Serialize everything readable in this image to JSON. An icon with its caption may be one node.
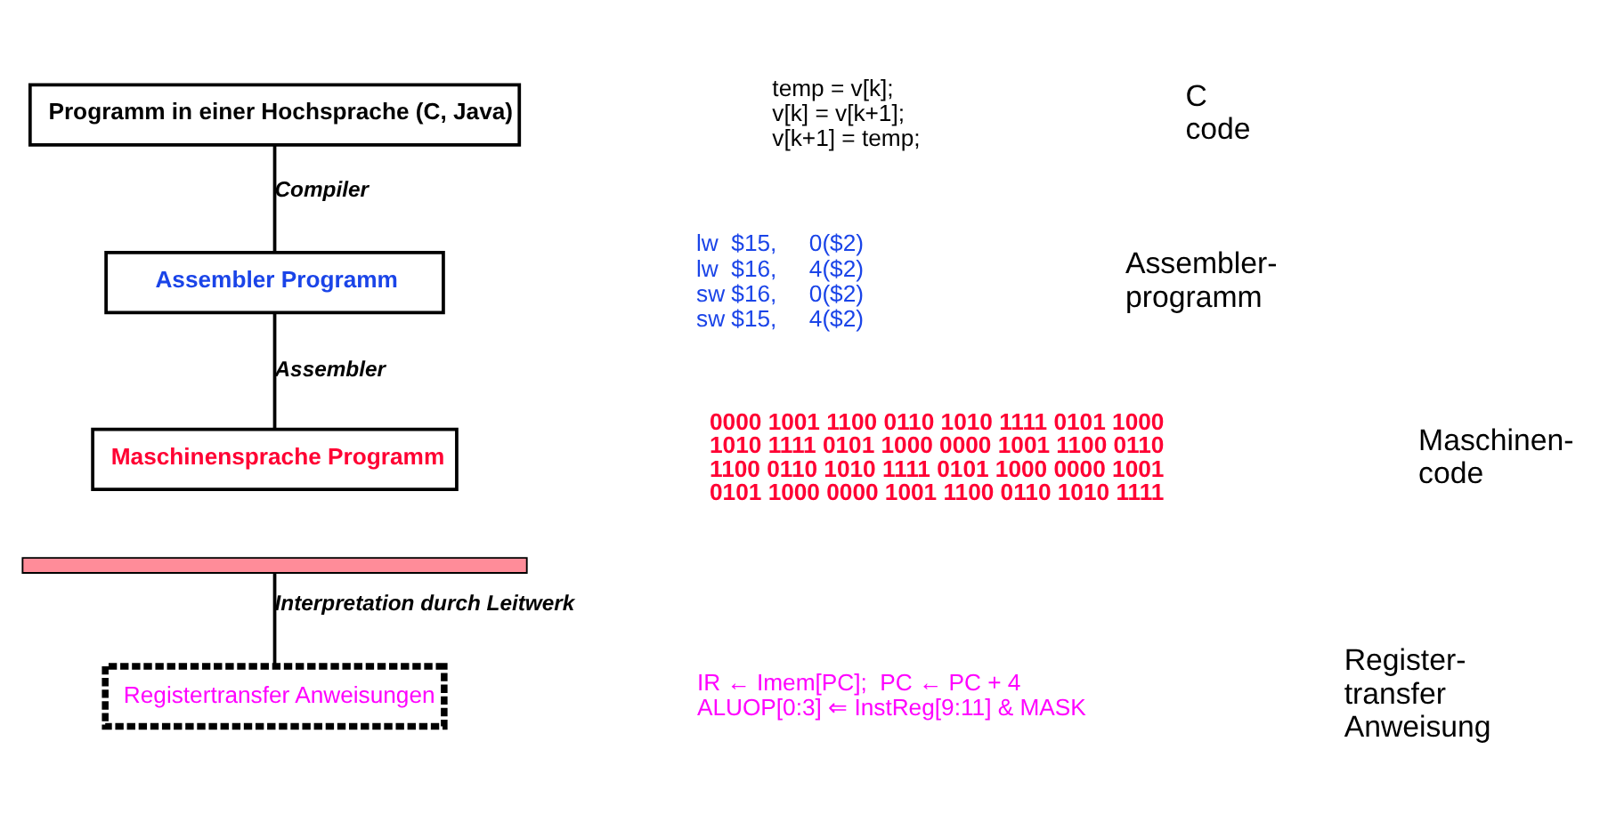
{
  "diagram": {
    "nodes": [
      {
        "text": [
          "Programm in einer Hochsprache (C, Java)"
        ]
      },
      {
        "text": [
          "Assembler Programm"
        ]
      },
      {
        "text": [
          "Maschinensprache Programm"
        ]
      },
      {
        "text": [],
        "shape": "bar"
      },
      {
        "text": [
          "Registertransfer Anweisungen"
        ]
      }
    ],
    "edges": [
      {
        "from": 0,
        "to": 1,
        "arrow": "none",
        "label": "Compiler"
      },
      {
        "from": 1,
        "to": 2,
        "arrow": "none",
        "label": "Assembler"
      },
      {
        "from": 3,
        "to": 4,
        "arrow": "none",
        "label": "Interpretation durch Leitwerk"
      }
    ],
    "labels": [
      "temp = v[k];",
      "v[k] = v[k+1];",
      "v[k+1] = temp;",
      "C code",
      "lw  $15,     0($2)",
      "lw  $16,     4($2)",
      "sw $16,     0($2)",
      "sw $15,     4($2)",
      "Assembler- programm",
      "0000 1001 1100 0110 1010 1111 0101 1000",
      "1010 1111 0101 1000 0000 1001 1100 0110",
      "1100 0110 1010 1111 0101 1000 0000 1001",
      "0101 1000 0000 1001 1100 0110 1010 1111",
      "Maschinen- code",
      "IR ← Imem[PC];  PC ← PC + 4",
      "ALUOP[0:3] ⇐ InstReg[9:11] & MASK",
      "Register- transfer Anweisung"
    ]
  }
}
